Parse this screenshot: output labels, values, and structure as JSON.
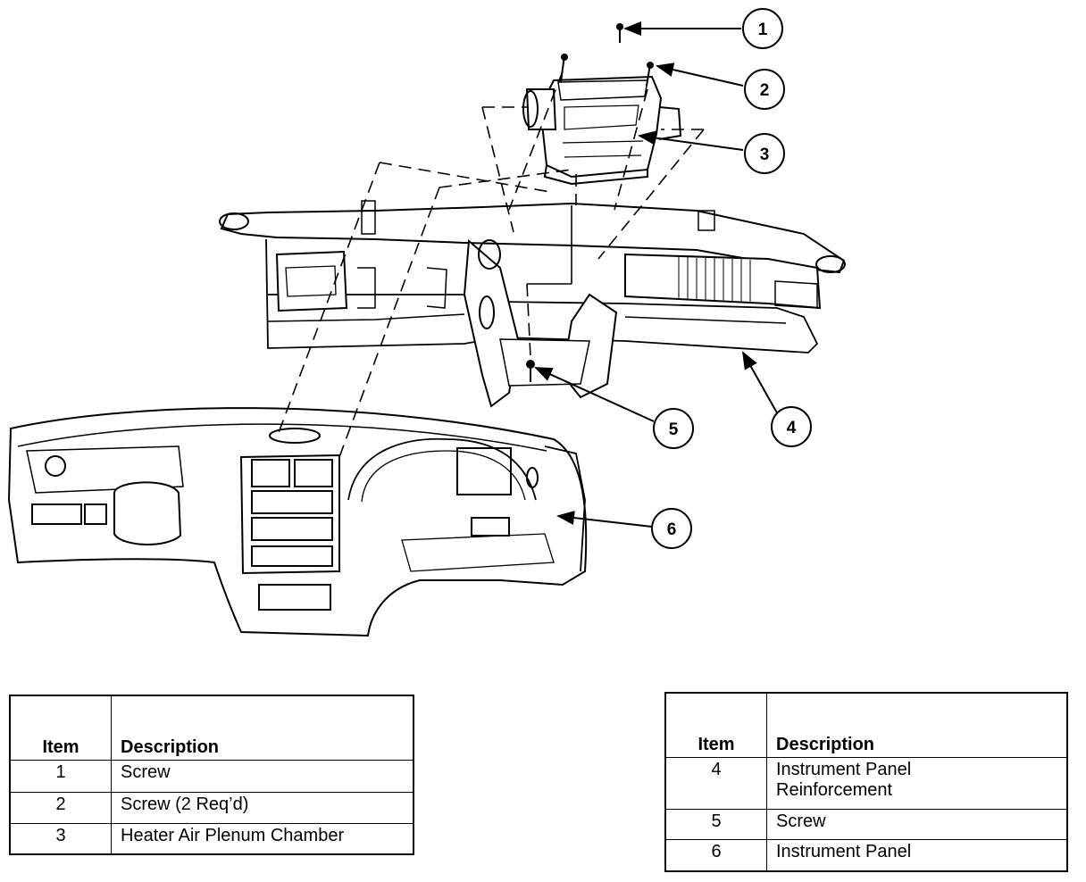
{
  "callouts": [
    "1",
    "2",
    "3",
    "4",
    "5",
    "6"
  ],
  "legend_headers": {
    "item": "Item",
    "description": "Description"
  },
  "legend_left": [
    {
      "item": "1",
      "description": "Screw"
    },
    {
      "item": "2",
      "description": "Screw (2 Req’d)"
    },
    {
      "item": "3",
      "description": "Heater Air Plenum Chamber"
    }
  ],
  "legend_right": [
    {
      "item": "4",
      "description": "Instrument Panel\nReinforcement"
    },
    {
      "item": "5",
      "description": "Screw"
    },
    {
      "item": "6",
      "description": "Instrument Panel"
    }
  ]
}
